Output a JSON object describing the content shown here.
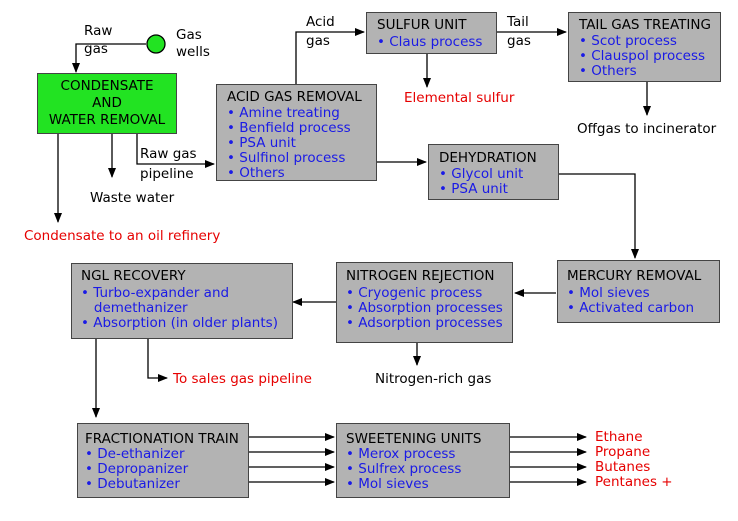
{
  "sources": {
    "raw_gas": [
      "Raw",
      "gas"
    ],
    "gas_wells": [
      "Gas",
      "wells"
    ]
  },
  "condensate": {
    "title": [
      "CONDENSATE",
      "AND",
      "WATER REMOVAL"
    ],
    "waste_water": "Waste water",
    "condensate_out": "Condensate to an oil refinery",
    "raw_gas_pipeline": [
      "Raw gas",
      "pipeline"
    ]
  },
  "acid_gas": {
    "title": "ACID GAS REMOVAL",
    "items": [
      "• Amine treating",
      "• Benfield process",
      "• PSA unit",
      "• Sulfinol process",
      "• Others"
    ],
    "acid_gas_label": [
      "Acid",
      "gas"
    ]
  },
  "sulfur": {
    "title": "SULFUR UNIT",
    "items": [
      "• Claus process"
    ],
    "output": "Elemental sulfur",
    "tail_gas_label": [
      "Tail",
      "gas"
    ]
  },
  "tail_gas": {
    "title": "TAIL GAS TREATING",
    "items": [
      "• Scot process",
      "• Clauspol process",
      "• Others"
    ],
    "output": "Offgas to incinerator"
  },
  "dehydration": {
    "title": "DEHYDRATION",
    "items": [
      "• Glycol unit",
      "• PSA unit"
    ]
  },
  "mercury": {
    "title": "MERCURY REMOVAL",
    "items": [
      "• Mol sieves",
      "• Activated carbon"
    ]
  },
  "nitrogen": {
    "title": "NITROGEN REJECTION",
    "items": [
      "• Cryogenic process",
      "• Absorption processes",
      "• Adsorption processes"
    ],
    "output": "Nitrogen-rich gas"
  },
  "ngl": {
    "title": "NGL RECOVERY",
    "items": [
      "• Turbo-expander and",
      "   demethanizer",
      "• Absorption (in older plants)"
    ],
    "output": "To sales gas pipeline"
  },
  "fractionation": {
    "title": "FRACTIONATION TRAIN",
    "items": [
      "• De-ethanizer",
      "• Depropanizer",
      "• Debutanizer"
    ]
  },
  "sweetening": {
    "title": "SWEETENING UNITS",
    "items": [
      "• Merox process",
      "• Sulfrex process",
      "• Mol sieves"
    ]
  },
  "products": [
    "Ethane",
    "Propane",
    "Butanes",
    "Pentanes +"
  ],
  "colors": {
    "box": "#b3b3b3",
    "green": "#22e322",
    "item_text": "#1a1ae6",
    "output_text": "#e60000"
  }
}
